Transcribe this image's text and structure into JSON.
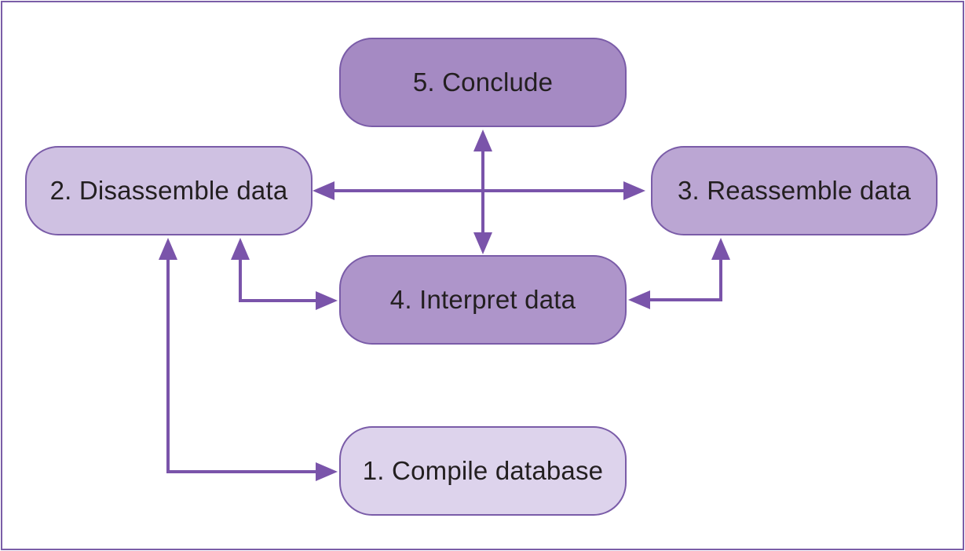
{
  "nodes": {
    "conclude": "5. Conclude",
    "disassemble": "2. Disassemble data",
    "reassemble": "3. Reassemble data",
    "interpret": "4. Interpret data",
    "compile": "1. Compile database"
  },
  "colors": {
    "arrow": "#7a54aa",
    "border": "#7a5ca8",
    "frame": "#7b5ea8"
  }
}
